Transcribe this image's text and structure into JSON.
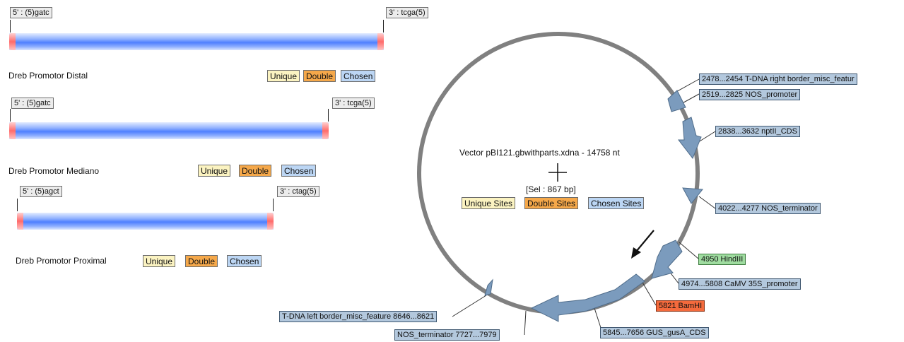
{
  "fragments": [
    {
      "name": "Dreb Promotor Distal",
      "left_end": "5' : (5)gatc",
      "right_end": "3' : tcga(5)",
      "buttons": {
        "unique": "Unique",
        "double": "Double",
        "chosen": "Chosen"
      }
    },
    {
      "name": "Dreb Promotor Mediano",
      "left_end": "5' : (5)gatc",
      "right_end": "3' : tcga(5)",
      "buttons": {
        "unique": "Unique",
        "double": "Double",
        "chosen": "Chosen"
      }
    },
    {
      "name": "Dreb Promotor Proximal",
      "left_end": "5' : (5)agct",
      "right_end": "3' : ctag(5)",
      "buttons": {
        "unique": "Unique",
        "double": "Double",
        "chosen": "Chosen"
      }
    }
  ],
  "vector": {
    "title": "Vector pBI121.gbwithparts.xdna - 14758 nt",
    "selection": "[Sel : 867 bp]",
    "site_buttons": {
      "unique": "Unique Sites",
      "double": "Double Sites",
      "chosen": "Chosen Sites"
    },
    "features": [
      {
        "label": "2478...2454  T-DNA right border_misc_featur",
        "type": "feature"
      },
      {
        "label": "2519...2825  NOS_promoter",
        "type": "feature"
      },
      {
        "label": "2838...3632  nptII_CDS",
        "type": "feature"
      },
      {
        "label": "4022...4277  NOS_terminator",
        "type": "feature"
      },
      {
        "label": "4950  HindIII",
        "type": "site-unique"
      },
      {
        "label": "4974...5808  CaMV 35S_promoter",
        "type": "feature"
      },
      {
        "label": "5821  BamHI",
        "type": "site-double"
      },
      {
        "label": "5845...7656  GUS_gusA_CDS",
        "type": "feature"
      },
      {
        "label": "NOS_terminator  7727...7979",
        "type": "feature"
      },
      {
        "label": "T-DNA left border_misc_feature  8646...8621",
        "type": "feature"
      }
    ]
  },
  "colors": {
    "unique": "#fbf3c1",
    "double": "#f5a84a",
    "chosen": "#bcd6f4",
    "feature_arrow": "#7b9bbd",
    "plasmid_ring": "#808080",
    "fragment": "#4f80ff",
    "fragment_end": "#ff6b6b"
  }
}
